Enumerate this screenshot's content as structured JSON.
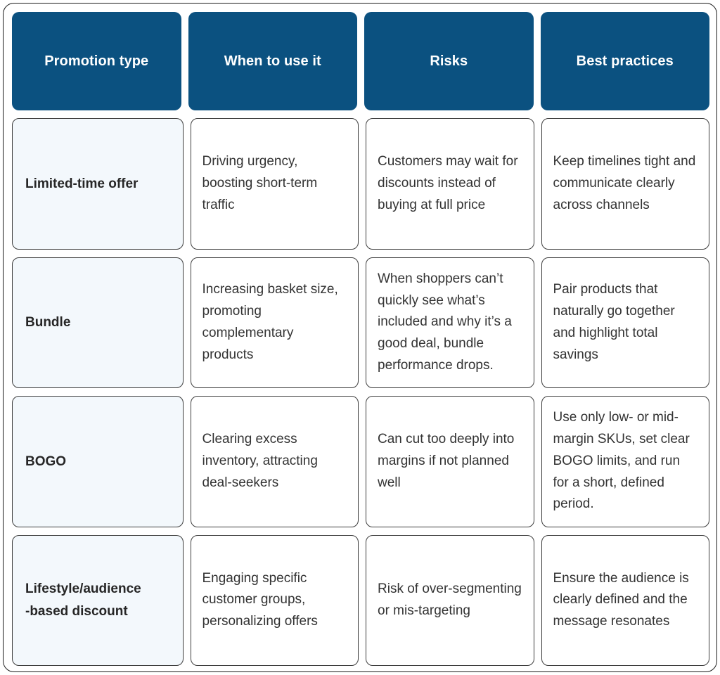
{
  "table": {
    "columns": [
      "Promotion type",
      "When to use it",
      "Risks",
      "Best practices"
    ],
    "rows": [
      {
        "promotion_type": "Limited-time offer",
        "when_to_use_it": "Driving urgency, boosting short-term traffic",
        "risks": "Customers may wait for discounts instead of buying at full price",
        "best_practices": "Keep timelines tight and communicate clearly across channels"
      },
      {
        "promotion_type": "Bundle",
        "when_to_use_it": "Increasing basket size, promoting complementary products",
        "risks": "When shoppers can’t quickly see what’s included and why it’s a good deal, bundle performance drops.",
        "best_practices": "Pair products that naturally go together and highlight total savings"
      },
      {
        "promotion_type": "BOGO",
        "when_to_use_it": "Clearing excess inventory, attracting deal-seekers",
        "risks": "Can cut too deeply into margins if not planned well",
        "best_practices": "Use only low- or mid-margin SKUs, set clear BOGO limits, and run for a short, defined period."
      },
      {
        "promotion_type": "Lifestyle/audience\n-based discount",
        "when_to_use_it": "Engaging specific customer groups, personalizing offers",
        "risks": "Risk of over-segmenting or mis-targeting",
        "best_practices": "Ensure the audience is clearly defined and the message resonates"
      }
    ]
  },
  "colors": {
    "header_background": "#0b5180",
    "header_text": "#ffffff",
    "label_cell_background": "#f3f8fc",
    "cell_border": "#3d3d3d",
    "body_text": "#333333",
    "frame_border": "#1d1d1d",
    "page_background": "#ffffff"
  }
}
